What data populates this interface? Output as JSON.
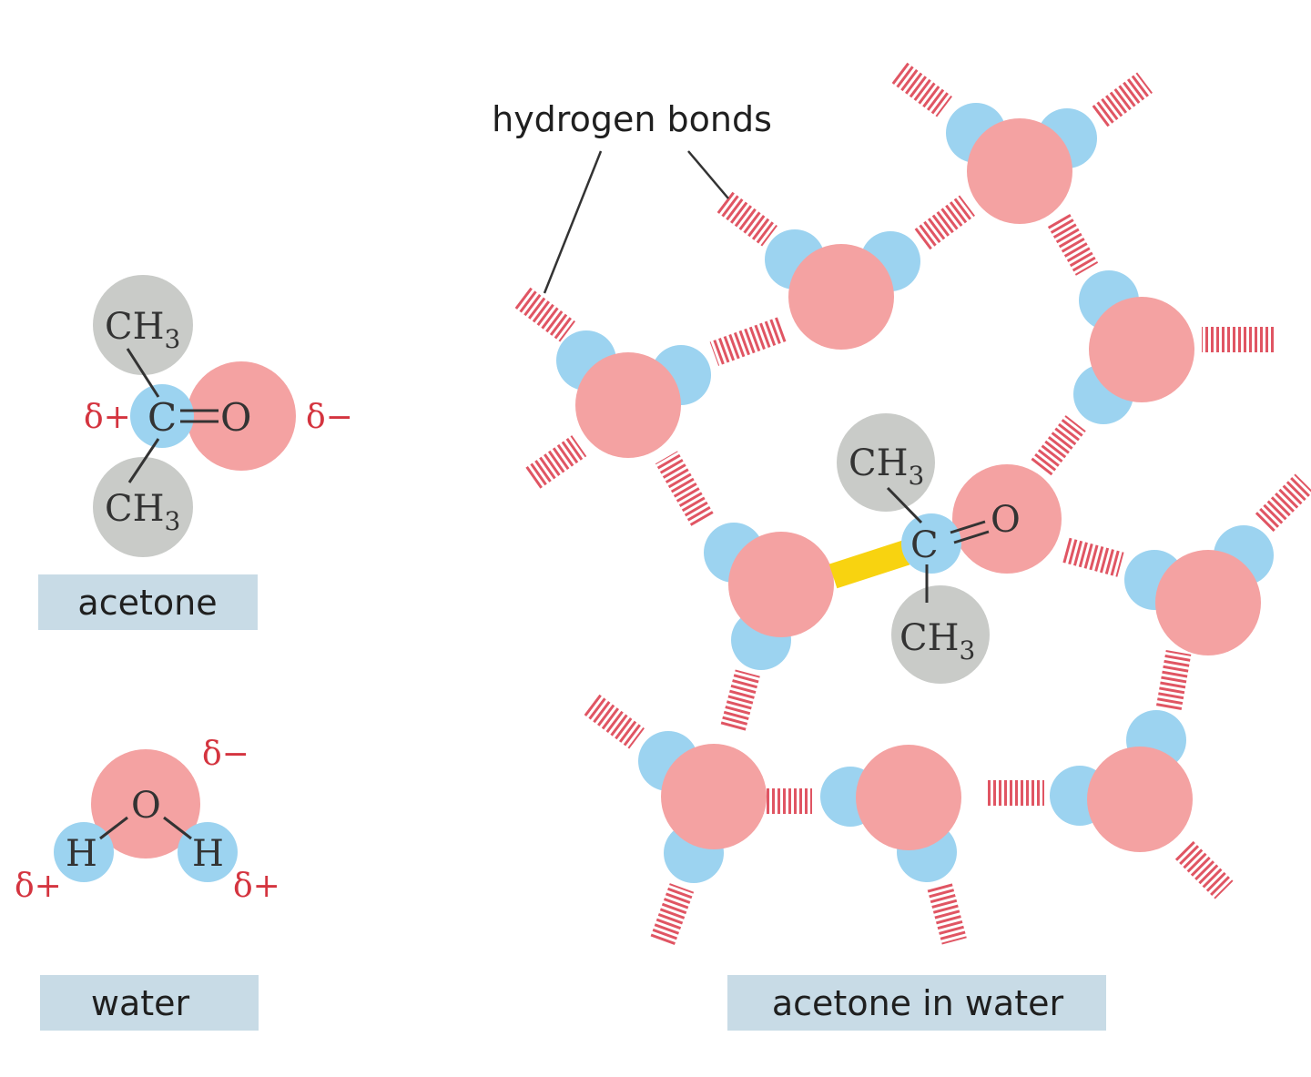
{
  "colors": {
    "oxygen": "#f4a2a2",
    "hydrogen": "#9cd3f0",
    "carbon": "#9cd3f0",
    "methyl": "#c9cbc8",
    "hbond": "#e05563",
    "special_bond": "#f8d310",
    "caption_bg": "#c8dbe6",
    "partial_charge": "#d4343f"
  },
  "labels": {
    "hydrogen_bonds": "hydrogen bonds",
    "acetone": "acetone",
    "water": "water",
    "acetone_in_water": "acetone in water",
    "ch3": "CH",
    "ch3_sub": "3",
    "c": "C",
    "o": "O",
    "h": "H",
    "delta_plus": "δ+",
    "delta_minus": "δ−",
    "double_bond": "="
  }
}
